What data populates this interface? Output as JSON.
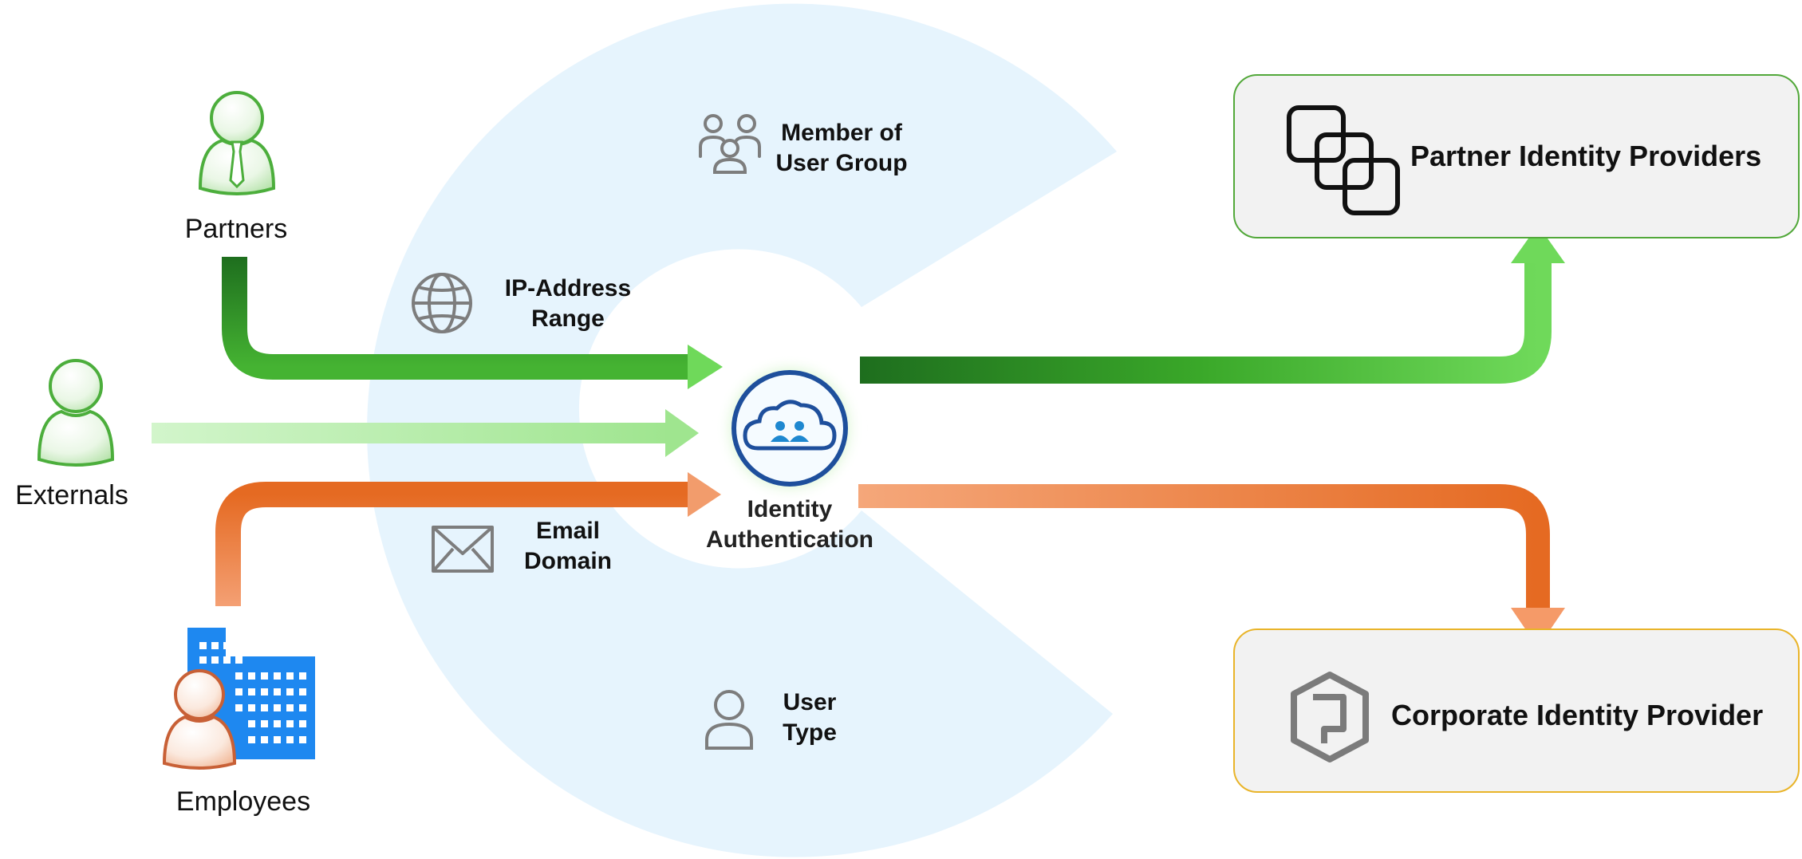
{
  "actors": {
    "partners": "Partners",
    "externals": "Externals",
    "employees": "Employees"
  },
  "criteria": {
    "user_group_line1": "Member of",
    "user_group_line2": "User Group",
    "ip_line1": "IP-Address",
    "ip_line2": "Range",
    "email_line1": "Email",
    "email_line2": "Domain",
    "user_type_line1": "User",
    "user_type_line2": "Type"
  },
  "center": {
    "line1": "Identity",
    "line2": "Authentication"
  },
  "providers": {
    "partner": "Partner Identity Providers",
    "corporate": "Corporate Identity Provider"
  },
  "colors": {
    "green_dark": "#1e6e1e",
    "green": "#3aa829",
    "green_light": "#6fd95a",
    "green_pale": "#b9efb0",
    "orange": "#e8702a",
    "orange_light": "#f5a77a",
    "backdrop": "#e6f4fd",
    "blue": "#1e4f9c",
    "building": "#1e88f0"
  }
}
